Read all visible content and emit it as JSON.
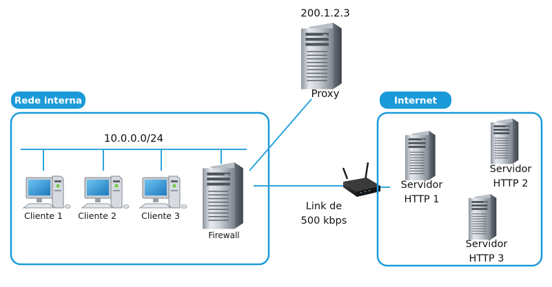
{
  "proxy": {
    "ip": "200.1.2.3",
    "label": "Proxy"
  },
  "internal_network": {
    "title": "Rede interna",
    "subnet": "10.0.0.0/24",
    "clients": [
      {
        "label": "Cliente 1"
      },
      {
        "label": "Cliente 2"
      },
      {
        "label": "Cliente 3"
      }
    ],
    "firewall_label": "Firewall"
  },
  "link": {
    "line1": "Link de",
    "line2": "500 kbps"
  },
  "internet": {
    "title": "Internet",
    "servers": [
      {
        "line1": "Servidor",
        "line2": "HTTP 1"
      },
      {
        "line1": "Servidor",
        "line2": "HTTP 2"
      },
      {
        "line1": "Servidor",
        "line2": "HTTP 3"
      }
    ]
  },
  "colors": {
    "accent_blue": "#1a9ad9",
    "line_blue": "#2aa3dd",
    "tower_light": "#d9dde2",
    "tower_dark": "#5a616b",
    "router_dark": "#1c1c1c",
    "monitor_screen": "#2b8fd0"
  }
}
